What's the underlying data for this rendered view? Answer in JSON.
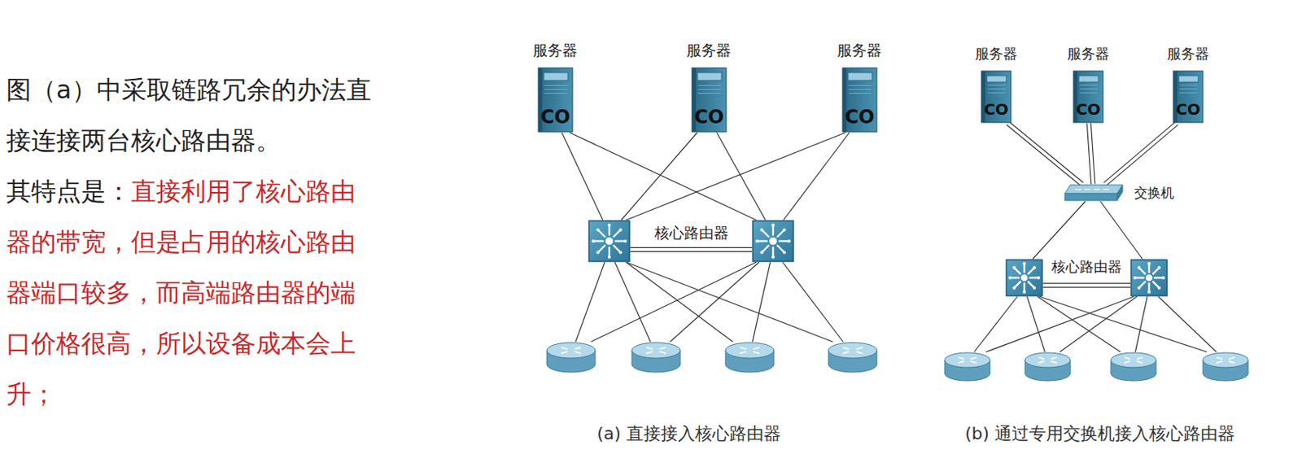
{
  "diagram": {
    "nodes": [
      {
        "text": [
          "服务器",
          "CO"
        ]
      },
      {
        "text": [
          "服务器",
          "CO"
        ]
      },
      {
        "text": [
          "服务器",
          "CO"
        ]
      },
      {
        "text": []
      },
      {
        "text": []
      },
      {
        "text": []
      },
      {
        "text": []
      },
      {
        "text": []
      },
      {
        "text": []
      },
      {
        "text": [
          "服务器",
          "CO"
        ]
      },
      {
        "text": [
          "服务器",
          "CO"
        ]
      },
      {
        "text": [
          "服务器",
          "CO"
        ]
      },
      {
        "text": [
          "交换机"
        ]
      },
      {
        "text": []
      },
      {
        "text": []
      },
      {
        "text": []
      },
      {
        "text": []
      },
      {
        "text": []
      },
      {
        "text": []
      }
    ],
    "edges": [
      {
        "from": 0,
        "to": 3,
        "arrow": "none"
      },
      {
        "from": 0,
        "to": 4,
        "arrow": "none"
      },
      {
        "from": 1,
        "to": 3,
        "arrow": "none"
      },
      {
        "from": 1,
        "to": 4,
        "arrow": "none"
      },
      {
        "from": 2,
        "to": 3,
        "arrow": "none"
      },
      {
        "from": 2,
        "to": 4,
        "arrow": "none"
      },
      {
        "from": 3,
        "to": 4,
        "arrow": "none"
      },
      {
        "from": 3,
        "to": 5,
        "arrow": "none"
      },
      {
        "from": 3,
        "to": 6,
        "arrow": "none"
      },
      {
        "from": 3,
        "to": 7,
        "arrow": "none"
      },
      {
        "from": 3,
        "to": 8,
        "arrow": "none"
      },
      {
        "from": 4,
        "to": 5,
        "arrow": "none"
      },
      {
        "from": 4,
        "to": 6,
        "arrow": "none"
      },
      {
        "from": 4,
        "to": 7,
        "arrow": "none"
      },
      {
        "from": 4,
        "to": 8,
        "arrow": "none"
      },
      {
        "from": 9,
        "to": 12,
        "arrow": "none"
      },
      {
        "from": 10,
        "to": 12,
        "arrow": "none"
      },
      {
        "from": 11,
        "to": 12,
        "arrow": "none"
      },
      {
        "from": 12,
        "to": 13,
        "arrow": "none"
      },
      {
        "from": 12,
        "to": 14,
        "arrow": "none"
      },
      {
        "from": 13,
        "to": 14,
        "arrow": "none"
      },
      {
        "from": 13,
        "to": 15,
        "arrow": "none"
      },
      {
        "from": 13,
        "to": 16,
        "arrow": "none"
      },
      {
        "from": 13,
        "to": 17,
        "arrow": "none"
      },
      {
        "from": 13,
        "to": 18,
        "arrow": "none"
      },
      {
        "from": 14,
        "to": 15,
        "arrow": "none"
      },
      {
        "from": 14,
        "to": 16,
        "arrow": "none"
      },
      {
        "from": 14,
        "to": 17,
        "arrow": "none"
      },
      {
        "from": 14,
        "to": 18,
        "arrow": "none"
      }
    ],
    "labels": [
      "图（a）中采取链路冗余的办法直接连接两台核心路由器。",
      "其特点是：",
      "直接利用了核心路由器的带宽，但是占用的核心路由器端口较多，而高端路由器的端口价格很高，所以设备成本会上升；",
      "核心路由器",
      "(a) 直接接入核心路由器",
      "核心路由器",
      "(b) 通过专用交换机接入核心路由器"
    ]
  }
}
